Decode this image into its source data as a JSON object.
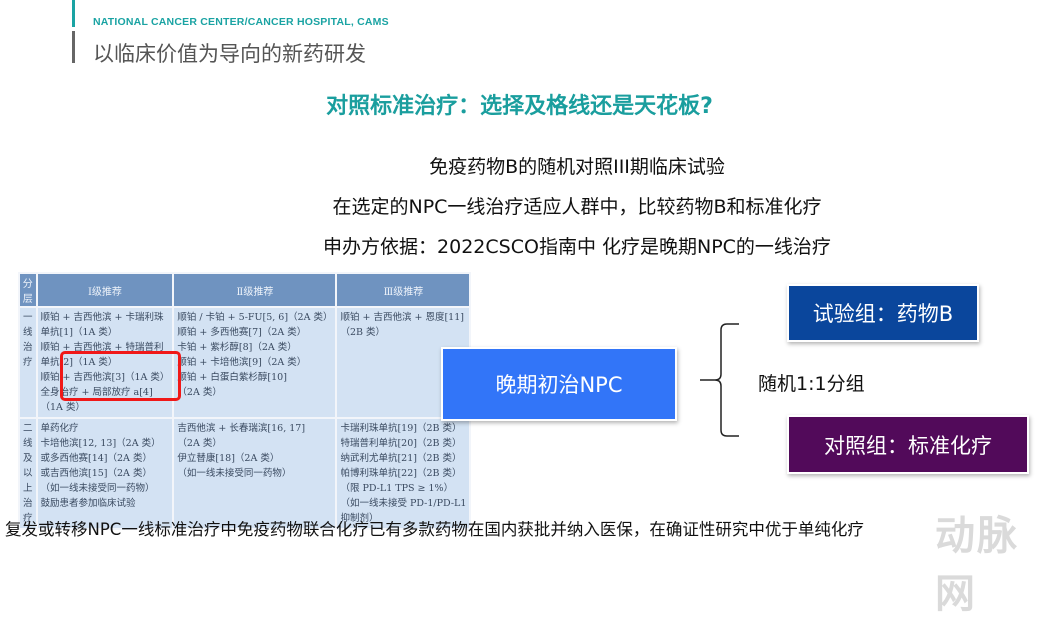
{
  "header": {
    "organization": "NATIONAL CANCER CENTER/CANCER HOSPITAL, CAMS",
    "title": "以临床价值为导向的新药研发"
  },
  "headline": "对照标准治疗：选择及格线还是天花板?",
  "lines": [
    "免疫药物B的随机对照III期临床试验",
    "在选定的NPC一线治疗适应人群中，比较药物B和标准化疗",
    "申办方依据：2022CSCO指南中 化疗是晚期NPC的一线治疗"
  ],
  "table": {
    "headers": [
      "分层",
      "Ⅰ级推荐",
      "Ⅱ级推荐",
      "Ⅲ级推荐"
    ],
    "rows": [
      {
        "stratum": "一线治疗",
        "level1": [
          "顺铂 + 吉西他滨 + 卡瑞利珠",
          "单抗[1]（1A 类）",
          "顺铂 + 吉西他滨 + 特瑞普利",
          "单抗[2]（1A 类）",
          "顺铂 + 吉西他滨[3]（1A 类）",
          "全身治疗 + 局部放疗 a[4]",
          "（1A 类）"
        ],
        "level2": [
          "顺铂 / 卡铂 + 5-FU[5, 6]（2A 类）",
          "顺铂 + 多西他赛[7]（2A 类）",
          "卡铂 + 紫杉醇[8]（2A 类）",
          "顺铂 + 卡培他滨[9]（2A 类）",
          "顺铂 + 白蛋白紫杉醇[10]",
          "（2A 类）"
        ],
        "level3": [
          "顺铂 + 吉西他滨 + 恩度[11]",
          "（2B 类）"
        ]
      },
      {
        "stratum": "二线及以上治疗",
        "level1": [
          "单药化疗",
          "卡培他滨[12, 13]（2A 类）",
          "或多西他赛[14]（2A 类）",
          "或吉西他滨[15]（2A 类）",
          "（如一线未接受同一药物）",
          "鼓励患者参加临床试验"
        ],
        "level2": [
          "吉西他滨 + 长春瑞滨[16, 17]",
          "（2A 类）",
          "伊立替康[18]（2A 类）",
          "（如一线未接受同一药物）"
        ],
        "level3": [
          "卡瑞利珠单抗[19]（2B 类）",
          "特瑞普利单抗[20]（2B 类）",
          "纳武利尤单抗[21]（2B 类）",
          "帕博利珠单抗[22]（2B 类）",
          "（限 PD-L1 TPS ≥ 1%）",
          "（如一线未接受 PD-1/PD-L1",
          "抑制剂）"
        ]
      }
    ],
    "highlight_color": "#f01818"
  },
  "diagram": {
    "population": "晚期初治NPC",
    "randomization": "随机1:1分组",
    "experimental": "试验组：药物B",
    "control": "对照组：标准化疗",
    "colors": {
      "population": "#3275f8",
      "experimental": "#0a469c",
      "control": "#520a5a"
    }
  },
  "footer": "复发或转移NPC一线标准治疗中免疫药物联合化疗已有多款药物在国内获批并纳入医保，在确证性研究中优于单纯化疗",
  "watermark": "动脉网",
  "colors": {
    "accent": "#1aa3a3"
  }
}
